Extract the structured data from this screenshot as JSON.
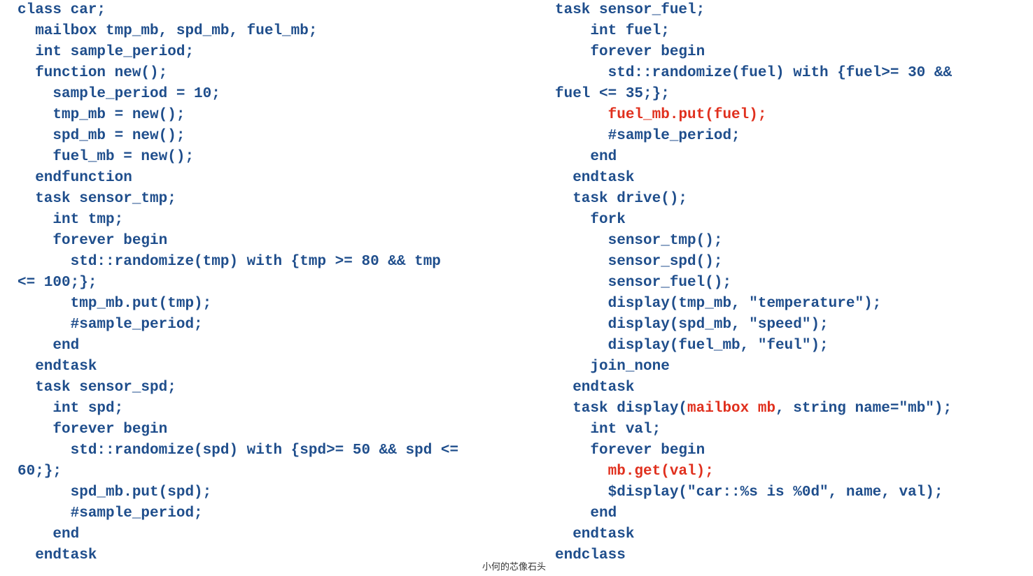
{
  "code": {
    "left": [
      [
        {
          "t": "class car;"
        }
      ],
      [
        {
          "t": "  mailbox tmp_mb, spd_mb, fuel_mb;"
        }
      ],
      [
        {
          "t": "  int sample_period;"
        }
      ],
      [
        {
          "t": "  function new();"
        }
      ],
      [
        {
          "t": "    sample_period = 10;"
        }
      ],
      [
        {
          "t": "    tmp_mb = new();"
        }
      ],
      [
        {
          "t": "    spd_mb = new();"
        }
      ],
      [
        {
          "t": "    fuel_mb = new();"
        }
      ],
      [
        {
          "t": "  endfunction"
        }
      ],
      [
        {
          "t": "  task sensor_tmp;"
        }
      ],
      [
        {
          "t": "    int tmp;"
        }
      ],
      [
        {
          "t": "    forever begin"
        }
      ],
      [
        {
          "t": "      std::randomize(tmp) with {tmp >= 80 && tmp"
        }
      ],
      [
        {
          "t": "<= 100;};"
        }
      ],
      [
        {
          "t": "      tmp_mb.put(tmp);"
        }
      ],
      [
        {
          "t": "      #sample_period;"
        }
      ],
      [
        {
          "t": "    end"
        }
      ],
      [
        {
          "t": "  endtask"
        }
      ],
      [
        {
          "t": "  task sensor_spd;"
        }
      ],
      [
        {
          "t": "    int spd;"
        }
      ],
      [
        {
          "t": "    forever begin"
        }
      ],
      [
        {
          "t": "      std::randomize(spd) with {spd>= 50 && spd <="
        }
      ],
      [
        {
          "t": "60;};"
        }
      ],
      [
        {
          "t": "      spd_mb.put(spd);"
        }
      ],
      [
        {
          "t": "      #sample_period;"
        }
      ],
      [
        {
          "t": "    end"
        }
      ],
      [
        {
          "t": "  endtask"
        }
      ]
    ],
    "right": [
      [
        {
          "t": "task sensor_fuel;"
        }
      ],
      [
        {
          "t": "    int fuel;"
        }
      ],
      [
        {
          "t": "    forever begin"
        }
      ],
      [
        {
          "t": "      std::randomize(fuel) with {fuel>= 30 &&"
        }
      ],
      [
        {
          "t": "fuel <= 35;};"
        }
      ],
      [
        {
          "t": "      "
        },
        {
          "t": "fuel_mb.put(fuel);",
          "hl": true
        }
      ],
      [
        {
          "t": "      #sample_period;"
        }
      ],
      [
        {
          "t": "    end"
        }
      ],
      [
        {
          "t": "  endtask"
        }
      ],
      [
        {
          "t": "  task drive();"
        }
      ],
      [
        {
          "t": "    fork"
        }
      ],
      [
        {
          "t": "      sensor_tmp();"
        }
      ],
      [
        {
          "t": "      sensor_spd();"
        }
      ],
      [
        {
          "t": "      sensor_fuel();"
        }
      ],
      [
        {
          "t": "      display(tmp_mb, \"temperature\");"
        }
      ],
      [
        {
          "t": "      display(spd_mb, \"speed\");"
        }
      ],
      [
        {
          "t": "      display(fuel_mb, \"feul\");"
        }
      ],
      [
        {
          "t": "    join_none"
        }
      ],
      [
        {
          "t": "  endtask"
        }
      ],
      [
        {
          "t": "  task display("
        },
        {
          "t": "mailbox mb",
          "hl": true
        },
        {
          "t": ", string name=\"mb\");"
        }
      ],
      [
        {
          "t": "    int val;"
        }
      ],
      [
        {
          "t": "    forever begin"
        }
      ],
      [
        {
          "t": "      "
        },
        {
          "t": "mb.get(val);",
          "hl": true
        }
      ],
      [
        {
          "t": "      $display(\"car::%s is %0d\", name, val);"
        }
      ],
      [
        {
          "t": "    end"
        }
      ],
      [
        {
          "t": "  endtask"
        }
      ],
      [
        {
          "t": "endclass"
        }
      ]
    ]
  },
  "caption": "小何的芯像石头",
  "colors": {
    "code_text": "#1f4e8c",
    "highlight": "#e0301e",
    "background": "#ffffff"
  }
}
